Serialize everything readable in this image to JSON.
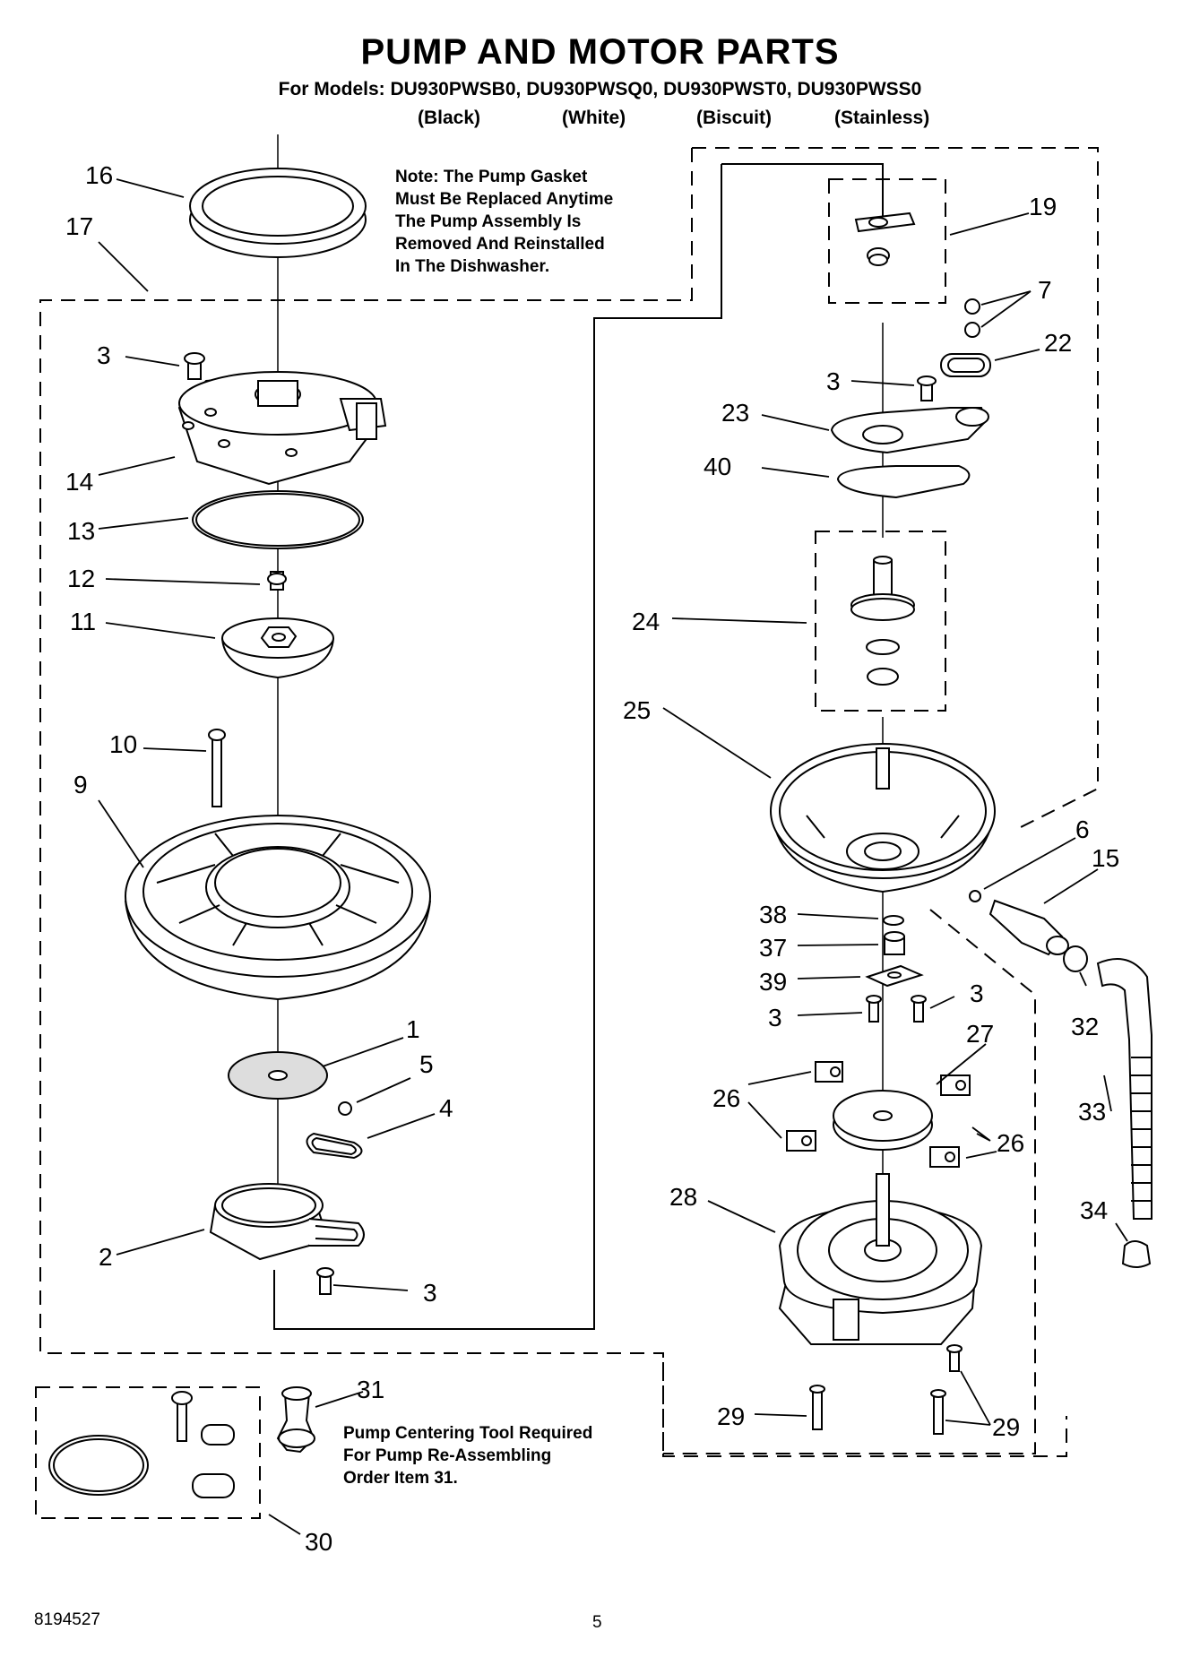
{
  "header": {
    "title": "PUMP AND MOTOR PARTS",
    "models_line": "For Models: DU930PWSB0, DU930PWSQ0, DU930PWST0, DU930PWSS0",
    "variants": [
      "(Black)",
      "(White)",
      "(Biscuit)",
      "(Stainless)"
    ]
  },
  "note": {
    "lines": [
      "Note: The Pump Gasket",
      "Must Be Replaced Anytime",
      "The Pump Assembly Is",
      "Removed And Reinstalled",
      "In The Dishwasher."
    ]
  },
  "tool_note": {
    "lines": [
      "Pump Centering Tool Required",
      "For Pump Re-Assembling",
      "Order Item 31."
    ]
  },
  "footer": {
    "doc_number": "8194527",
    "page_number": "5"
  },
  "callouts": [
    "16",
    "17",
    "3",
    "14",
    "13",
    "12",
    "11",
    "10",
    "9",
    "1",
    "5",
    "4",
    "2",
    "3",
    "19",
    "7",
    "22",
    "3",
    "23",
    "40",
    "24",
    "25",
    "6",
    "15",
    "38",
    "37",
    "39",
    "3",
    "3",
    "27",
    "26",
    "26",
    "28",
    "32",
    "33",
    "34",
    "29",
    "29",
    "31",
    "30"
  ]
}
